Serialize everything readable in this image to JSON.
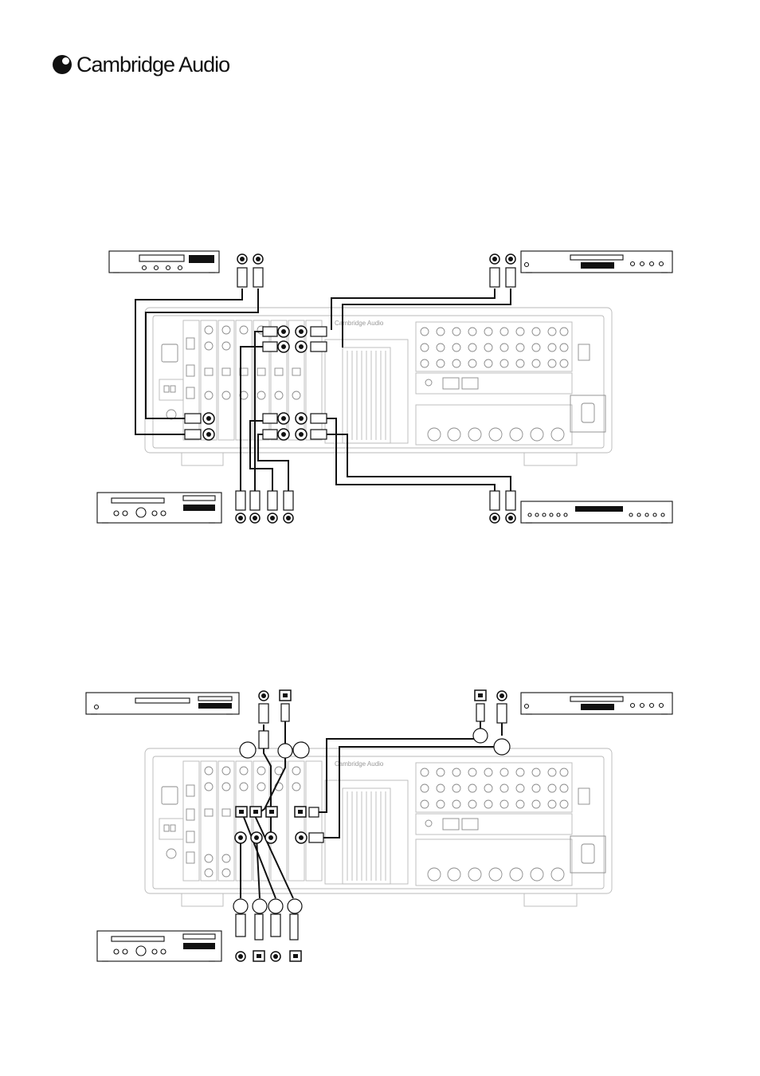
{
  "brand": {
    "name": "Cambridge Audio",
    "panel_logo_text": "Cambridge Audio"
  },
  "diagrams": [
    {
      "id": "analog-connections"
    },
    {
      "id": "digital-connections"
    }
  ]
}
